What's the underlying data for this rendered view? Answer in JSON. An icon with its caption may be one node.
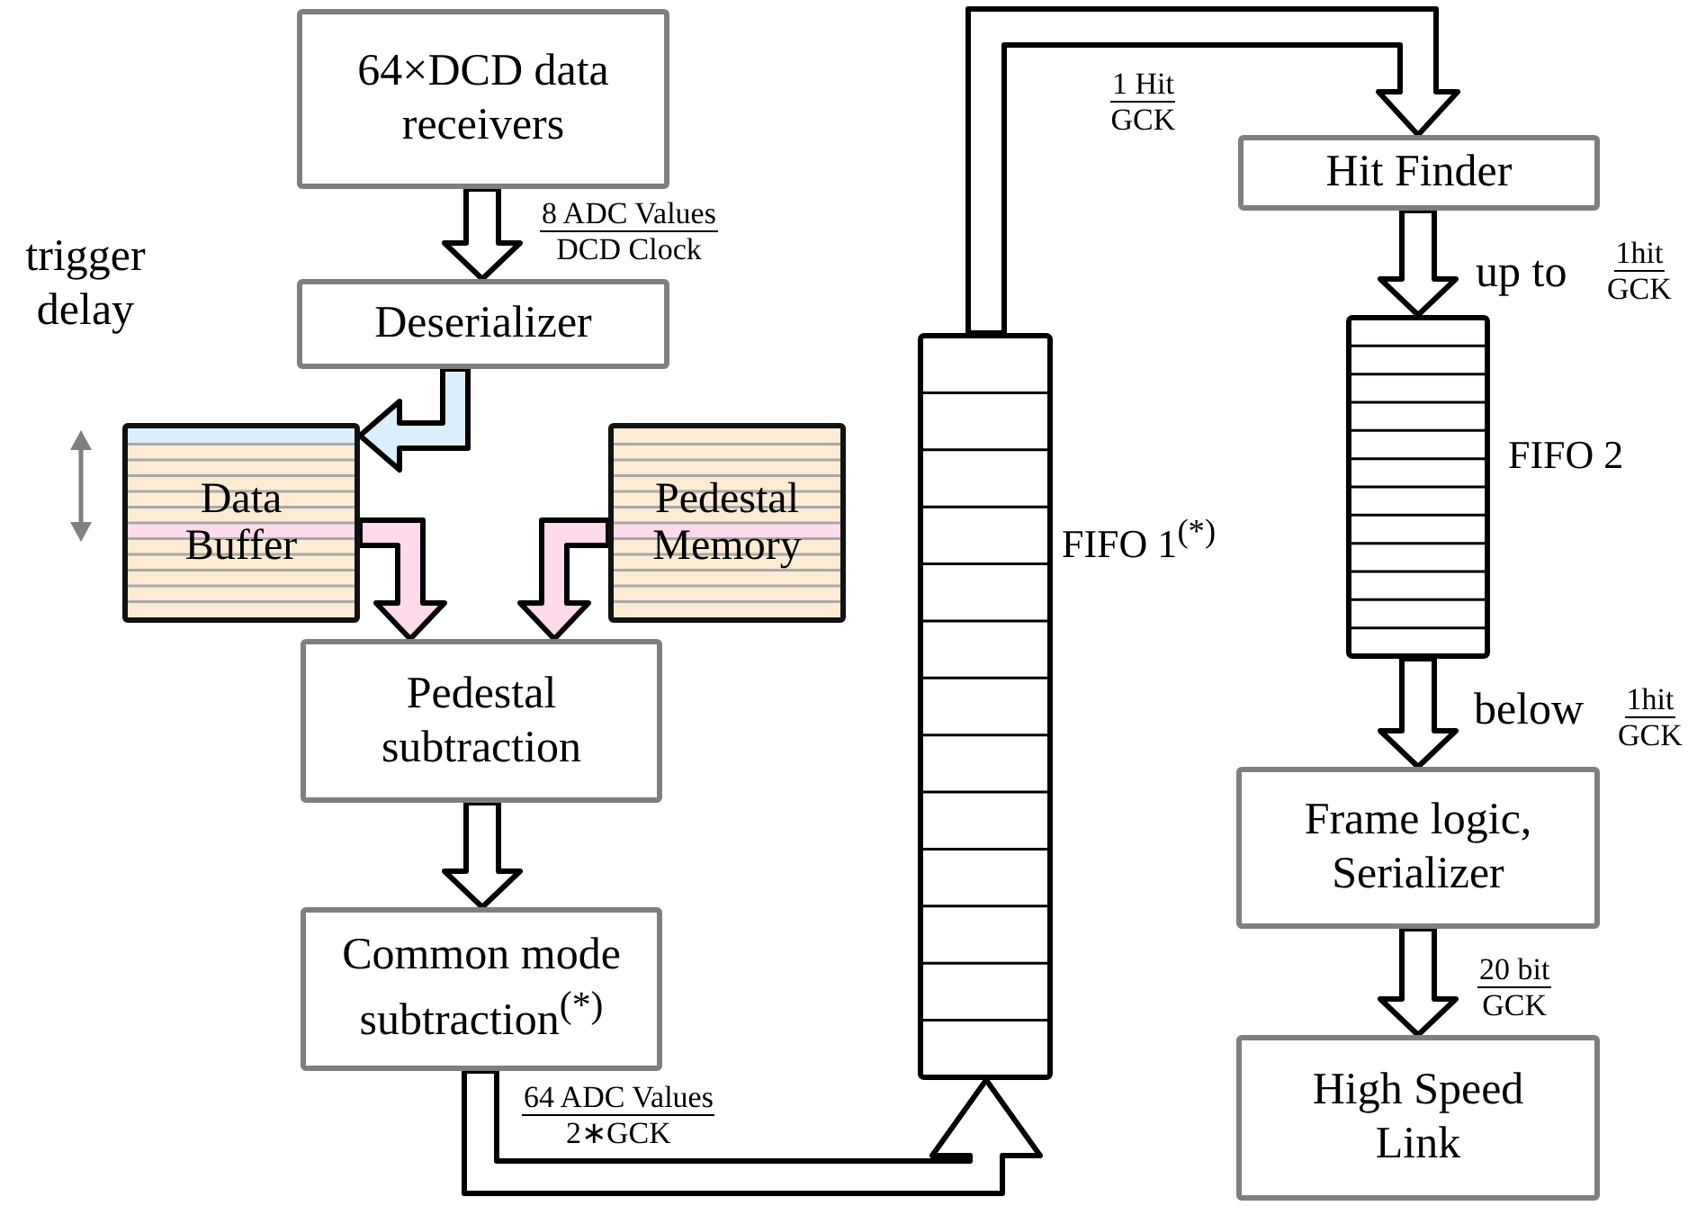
{
  "diagram": {
    "nodes": [
      {
        "text": [
          "64×DCD data receivers"
        ]
      },
      {
        "text": [
          "Deserializer"
        ]
      },
      {
        "text": [
          "Data Buffer"
        ]
      },
      {
        "text": [
          "Pedestal Memory"
        ]
      },
      {
        "text": [
          "Pedestal subtraction"
        ]
      },
      {
        "text": [
          "Common mode subtraction$^{(*)}$"
        ]
      },
      {
        "text": [
          "FIFO 1$^{(*)}$"
        ]
      },
      {
        "text": [
          "Hit Finder"
        ]
      },
      {
        "text": [
          "FIFO 2"
        ]
      },
      {
        "text": [
          "Frame logic, Serializer"
        ]
      },
      {
        "text": [
          "High Speed Link"
        ]
      }
    ],
    "edges": [
      {
        "from": 0,
        "to": 1,
        "arrow": "to"
      },
      {
        "from": 1,
        "to": 2,
        "arrow": "to",
        "color": "#dcefff"
      },
      {
        "from": 2,
        "to": 4,
        "arrow": "to",
        "color": "#ffd9ec"
      },
      {
        "from": 3,
        "to": 4,
        "arrow": "to",
        "color": "#ffd9ec"
      },
      {
        "from": 4,
        "to": 5,
        "arrow": "to"
      },
      {
        "from": 5,
        "to": 6,
        "arrow": "to"
      },
      {
        "from": 6,
        "to": 7,
        "arrow": "to"
      },
      {
        "from": 7,
        "to": 8,
        "arrow": "to"
      },
      {
        "from": 8,
        "to": 9,
        "arrow": "to"
      },
      {
        "from": 9,
        "to": 10,
        "arrow": "to"
      }
    ],
    "labels": [
      "trigger delay",
      "8 ADC Values",
      "DCD Clock",
      "1 Hit",
      "GCK",
      "up to",
      "1hit",
      "GCK",
      "below",
      "1hit",
      "GCK",
      "20 bit",
      "GCK",
      "64 ADC Values",
      "2∗GCK"
    ]
  }
}
